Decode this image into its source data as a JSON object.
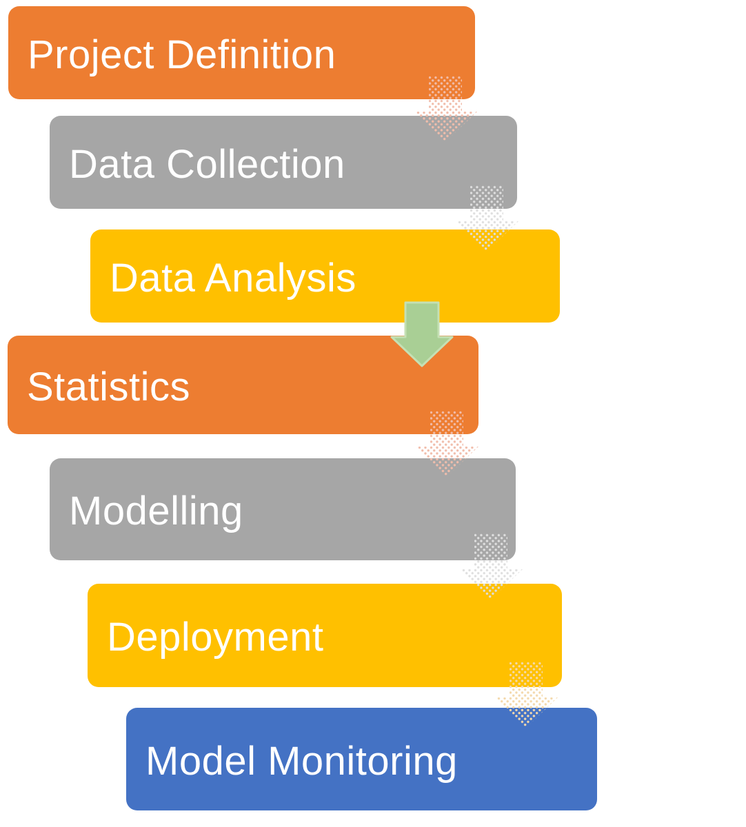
{
  "diagram": {
    "type": "process-flow-staircase",
    "background_color": "#FFFFFF",
    "step_text_color": "#FFFFFF",
    "steps": [
      {
        "label": "Project Definition",
        "color": "#ED7D31"
      },
      {
        "label": "Data Collection",
        "color": "#A6A6A6"
      },
      {
        "label": "Data Analysis",
        "color": "#FFC000"
      },
      {
        "label": "Statistics",
        "color": "#ED7D31"
      },
      {
        "label": "Modelling",
        "color": "#A6A6A6"
      },
      {
        "label": "Deployment",
        "color": "#FFC000"
      },
      {
        "label": "Model Monitoring",
        "color": "#4472C4"
      }
    ],
    "arrows": [
      {
        "name": "down-arrow-1",
        "style": "halftone-dots",
        "color": "#F1BDAB"
      },
      {
        "name": "down-arrow-2",
        "style": "halftone-dots",
        "color": "#DFDFDF"
      },
      {
        "name": "down-arrow-3",
        "style": "solid",
        "color": "#A9CF95",
        "border_color": "#C5E0B4"
      },
      {
        "name": "down-arrow-4",
        "style": "halftone-dots",
        "color": "#F1BDAB"
      },
      {
        "name": "down-arrow-5",
        "style": "halftone-dots",
        "color": "#DFDFDF"
      },
      {
        "name": "down-arrow-6",
        "style": "halftone-dots",
        "color": "#F4D9AC"
      }
    ]
  }
}
